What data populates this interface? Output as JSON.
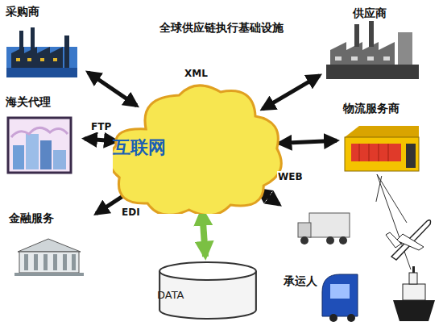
{
  "diagram": {
    "title": "全球供应链执行基础设施",
    "nodes": [
      {
        "text": [
          "采购商"
        ]
      },
      {
        "text": [
          "供应商"
        ]
      },
      {
        "text": [
          "海关代理"
        ]
      },
      {
        "text": [
          "互联网"
        ]
      },
      {
        "text": [
          "物流服务商"
        ]
      },
      {
        "text": [
          "金融服务"
        ]
      },
      {
        "text": [
          "承运人"
        ]
      },
      {
        "text": [
          "DATA"
        ]
      }
    ],
    "edges": [
      {
        "from": 0,
        "to": 3,
        "arrow": "both"
      },
      {
        "from": 1,
        "to": 3,
        "arrow": "both"
      },
      {
        "from": 2,
        "to": 3,
        "arrow": "both"
      },
      {
        "from": 4,
        "to": 3,
        "arrow": "both"
      },
      {
        "from": 5,
        "to": 3,
        "arrow": "both"
      },
      {
        "from": 3,
        "to": 6,
        "arrow": "both"
      },
      {
        "from": 3,
        "to": 7,
        "arrow": "both"
      },
      {
        "from": 4,
        "to": 6,
        "arrow": "none"
      }
    ],
    "labels": [
      "XML",
      "FTP",
      "EDI",
      "WEB"
    ]
  }
}
